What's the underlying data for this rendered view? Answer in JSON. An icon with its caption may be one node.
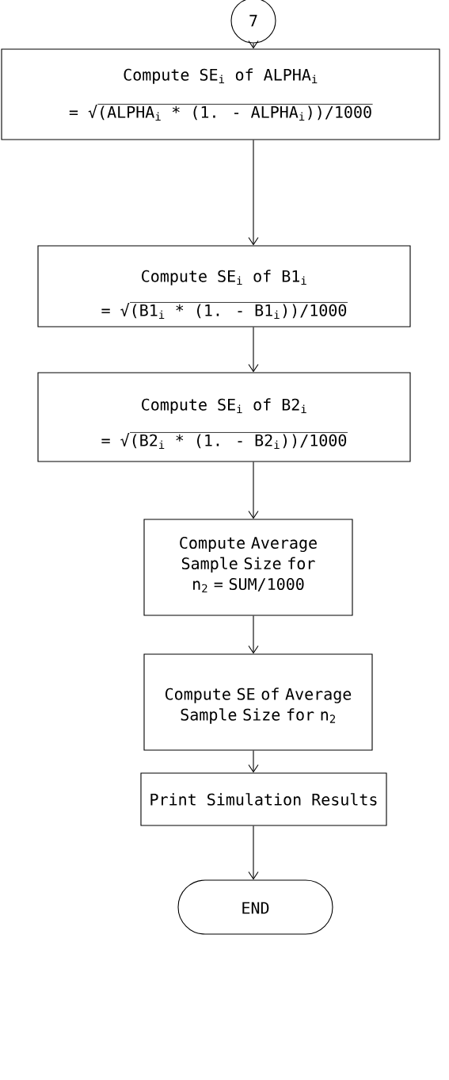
{
  "diagram": {
    "nodes": [
      {
        "text": [
          "7"
        ]
      },
      {
        "text": [
          "Compute SE$_{i}$ of ALPHA$_{i}$",
          "= √(ALPHA$_{i}$ * (1. - ALPHA$_{i}$))/1000"
        ]
      },
      {
        "text": [
          "Compute SE$_{i}$ of B1$_{i}$",
          "= √(B1$_{i}$ * (1. - B1$_{i}$))/1000"
        ]
      },
      {
        "text": [
          "Compute SE$_{i}$ of B2$_{i}$",
          "= √(B2$_{i}$ * (1. - B2$_{i}$))/1000"
        ]
      },
      {
        "text": [
          "Compute Average Sample Size for n$_{2}$ = SUM/1000"
        ]
      },
      {
        "text": [
          "Compute SE of Average Sample Size for n$_{2}$"
        ]
      },
      {
        "text": [
          "Print Simulation Results"
        ]
      },
      {
        "text": [
          "END"
        ]
      }
    ],
    "edges": [
      {
        "from": 0,
        "to": 1,
        "arrow": "to"
      },
      {
        "from": 1,
        "to": 2,
        "arrow": "to"
      },
      {
        "from": 2,
        "to": 3,
        "arrow": "to"
      },
      {
        "from": 3,
        "to": 4,
        "arrow": "to"
      },
      {
        "from": 4,
        "to": 5,
        "arrow": "to"
      },
      {
        "from": 5,
        "to": 6,
        "arrow": "to"
      },
      {
        "from": 6,
        "to": 7,
        "arrow": "to"
      }
    ]
  }
}
